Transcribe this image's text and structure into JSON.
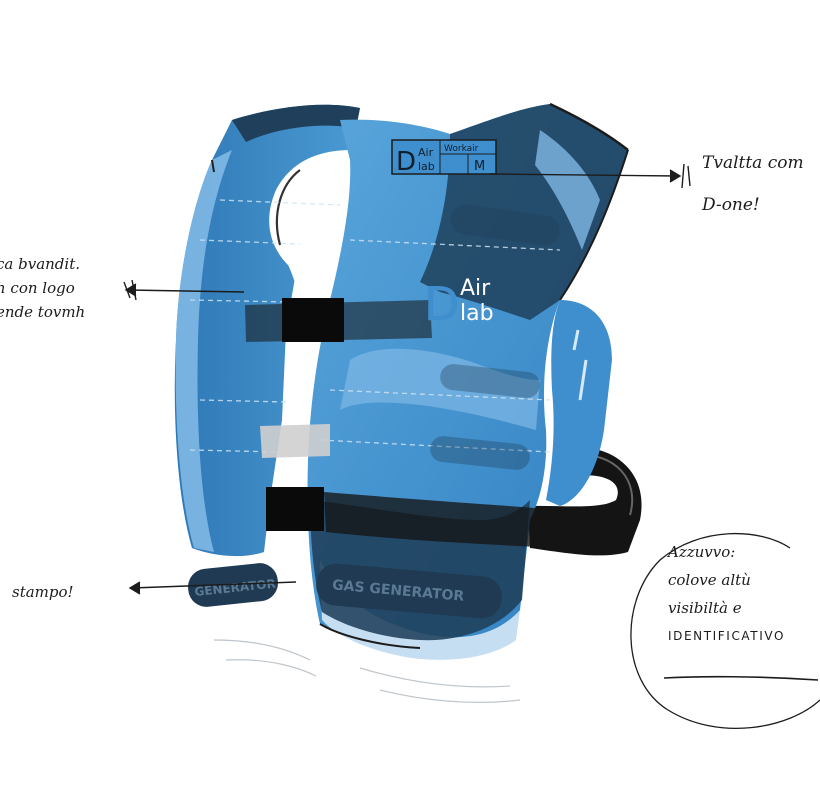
{
  "notes": {
    "left_top": [
      "ca bvandit.",
      "h con logo",
      "ende tovmh"
    ],
    "left_bottom": "stampo!",
    "right_top": [
      "Tvaltta com",
      "D-one!"
    ],
    "circle": [
      "Azzuvvo:",
      "colove altù",
      "visibiltà e",
      "IDENTIFICATIVO"
    ]
  },
  "vest": {
    "chest_logo": {
      "mark": "D",
      "line1": "Air",
      "line2": "lab"
    },
    "label": {
      "mark": "D",
      "line1": "Air",
      "line2": "lab",
      "model": "Workair",
      "size": "M"
    },
    "generator_front": "GAS GENERATOR",
    "generator_side": "GENERATOR"
  },
  "colors": {
    "vest_blue": "#3f8fcf",
    "vest_light_blue": "#7fb8e6",
    "vest_dark": "#1f3f5a",
    "strap": "#141414",
    "ink": "#1c1c1c"
  }
}
